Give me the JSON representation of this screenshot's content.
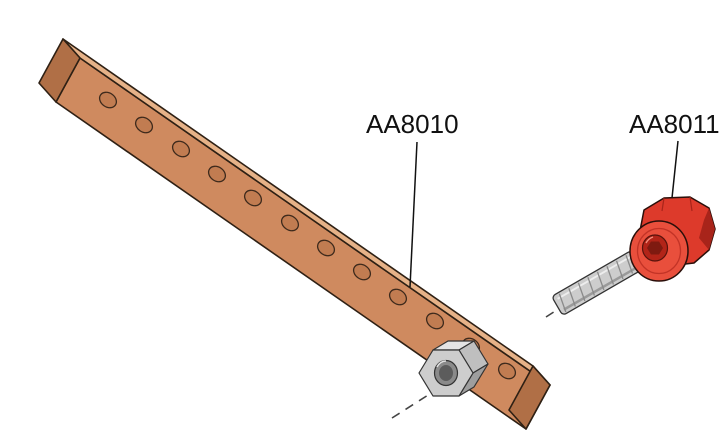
{
  "background": "#ffffff",
  "parts": {
    "busbar": {
      "label": "AA8010",
      "hole_count": 12
    },
    "insulator": {
      "label": "AA8011"
    }
  },
  "colors": {
    "copper_front": "#CF8A5F",
    "copper_top": "#E6B288",
    "copper_end": "#B06F46",
    "copper_hole": "#C17C51",
    "red_body": "#DD3A2B",
    "red_face": "#E94F3C",
    "red_dark": "#A8241A",
    "metal_light": "#E4E4E4",
    "metal_mid": "#CDCDCD",
    "metal_dark": "#9E9E9E",
    "outline": "#2E2014",
    "axis_line": "#444444",
    "label_text": "#111111"
  }
}
